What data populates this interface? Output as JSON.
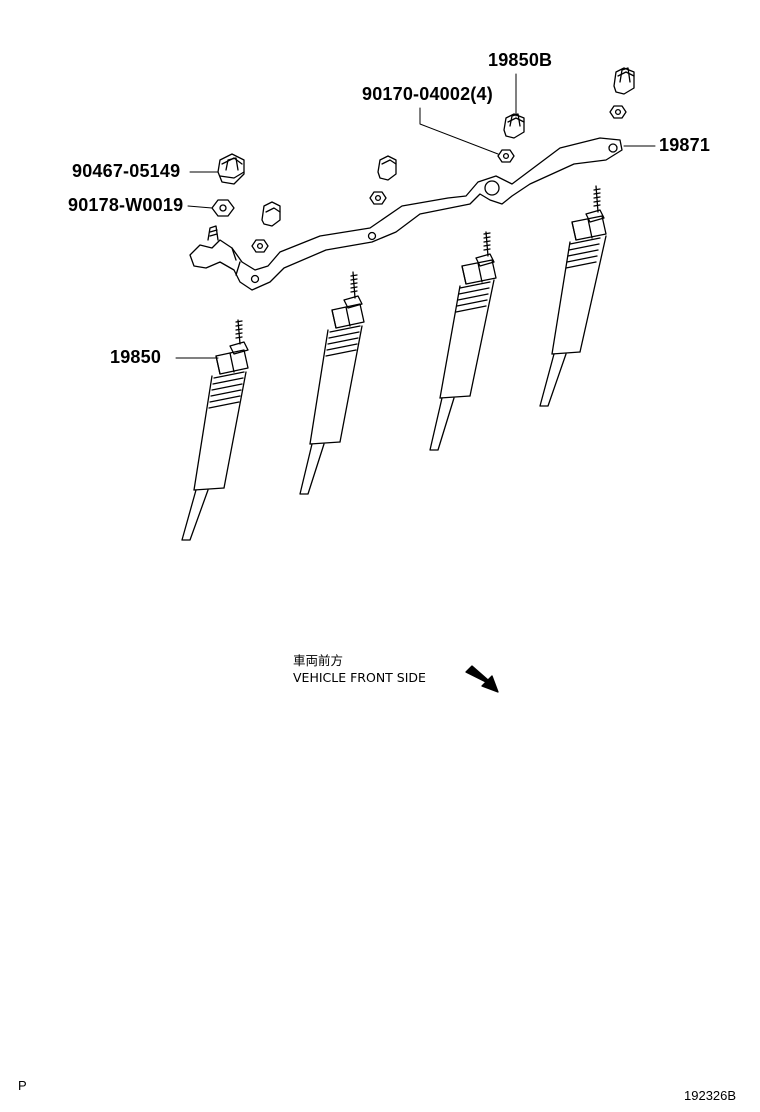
{
  "callouts": {
    "p19850B": "19850B",
    "p90170": "90170-04002(4)",
    "p19871": "19871",
    "p90467": "90467-05149",
    "p90178": "90178-W0019",
    "p19850": "19850"
  },
  "direction": {
    "jp": "車両前方",
    "en": "VEHICLE FRONT SIDE"
  },
  "footer": {
    "left": "P",
    "right": "192326B"
  }
}
